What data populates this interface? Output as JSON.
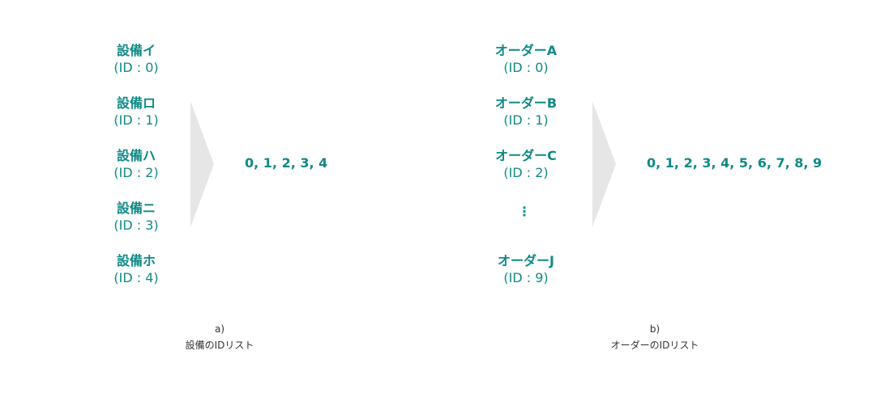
{
  "panel_a": {
    "items": [
      {
        "name": "設備イ",
        "id": "(ID : 0)"
      },
      {
        "name": "設備ロ",
        "id": "(ID : 1)"
      },
      {
        "name": "設備ハ",
        "id": "(ID : 2)"
      },
      {
        "name": "設備ニ",
        "id": "(ID : 3)"
      },
      {
        "name": "設備ホ",
        "id": "(ID : 4)"
      }
    ],
    "result": "0, 1, 2, 3, 4",
    "caption_letter": "a)",
    "caption_text": "設備のIDリスト"
  },
  "panel_b": {
    "items": [
      {
        "name": "オーダーA",
        "id": "(ID : 0)"
      },
      {
        "name": "オーダーB",
        "id": "(ID : 1)"
      },
      {
        "name": "オーダーC",
        "id": "(ID : 2)"
      },
      {
        "name": "オーダーJ",
        "id": "(ID : 9)"
      }
    ],
    "ellipsis": "⋮",
    "result": "0, 1, 2, 3, 4, 5, 6, 7, 8, 9",
    "caption_letter": "b)",
    "caption_text": "オーダーのIDリスト"
  },
  "colors": {
    "accent": "#0f8a87",
    "arrow": "#e6e6e6",
    "caption": "#333333"
  }
}
